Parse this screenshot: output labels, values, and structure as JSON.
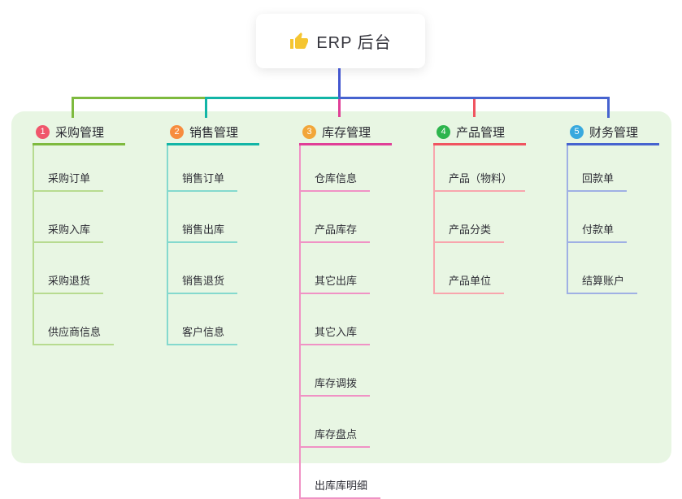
{
  "root": {
    "icon": "thumbs-up-icon",
    "label": "ERP 后台"
  },
  "colors": {
    "root_connector": "#4356cf",
    "panel_bg": "#e8f6e3",
    "root_icon": "#f5c531"
  },
  "branches": [
    {
      "num": "1",
      "label": "采购管理",
      "badge_color": "#f0566b",
      "line_color": "#7eba3e",
      "child_line_color": "#b7db90",
      "children": [
        "采购订单",
        "采购入库",
        "采购退货",
        "供应商信息"
      ]
    },
    {
      "num": "2",
      "label": "销售管理",
      "badge_color": "#f78c3e",
      "line_color": "#12b5a6",
      "child_line_color": "#84d9ce",
      "children": [
        "销售订单",
        "销售出库",
        "销售退货",
        "客户信息"
      ]
    },
    {
      "num": "3",
      "label": "库存管理",
      "badge_color": "#f2a63a",
      "line_color": "#e03f97",
      "child_line_color": "#f092c5",
      "children": [
        "仓库信息",
        "产品库存",
        "其它出库",
        "其它入库",
        "库存调拨",
        "库存盘点",
        "出库库明细"
      ]
    },
    {
      "num": "4",
      "label": "产品管理",
      "badge_color": "#2db54d",
      "line_color": "#f05460",
      "child_line_color": "#f8a5ad",
      "children": [
        "产品（物料）",
        "产品分类",
        "产品单位"
      ]
    },
    {
      "num": "5",
      "label": "财务管理",
      "badge_color": "#38a9de",
      "line_color": "#4663cf",
      "child_line_color": "#9fb0e4",
      "children": [
        "回款单",
        "付款单",
        "结算账户"
      ]
    }
  ]
}
